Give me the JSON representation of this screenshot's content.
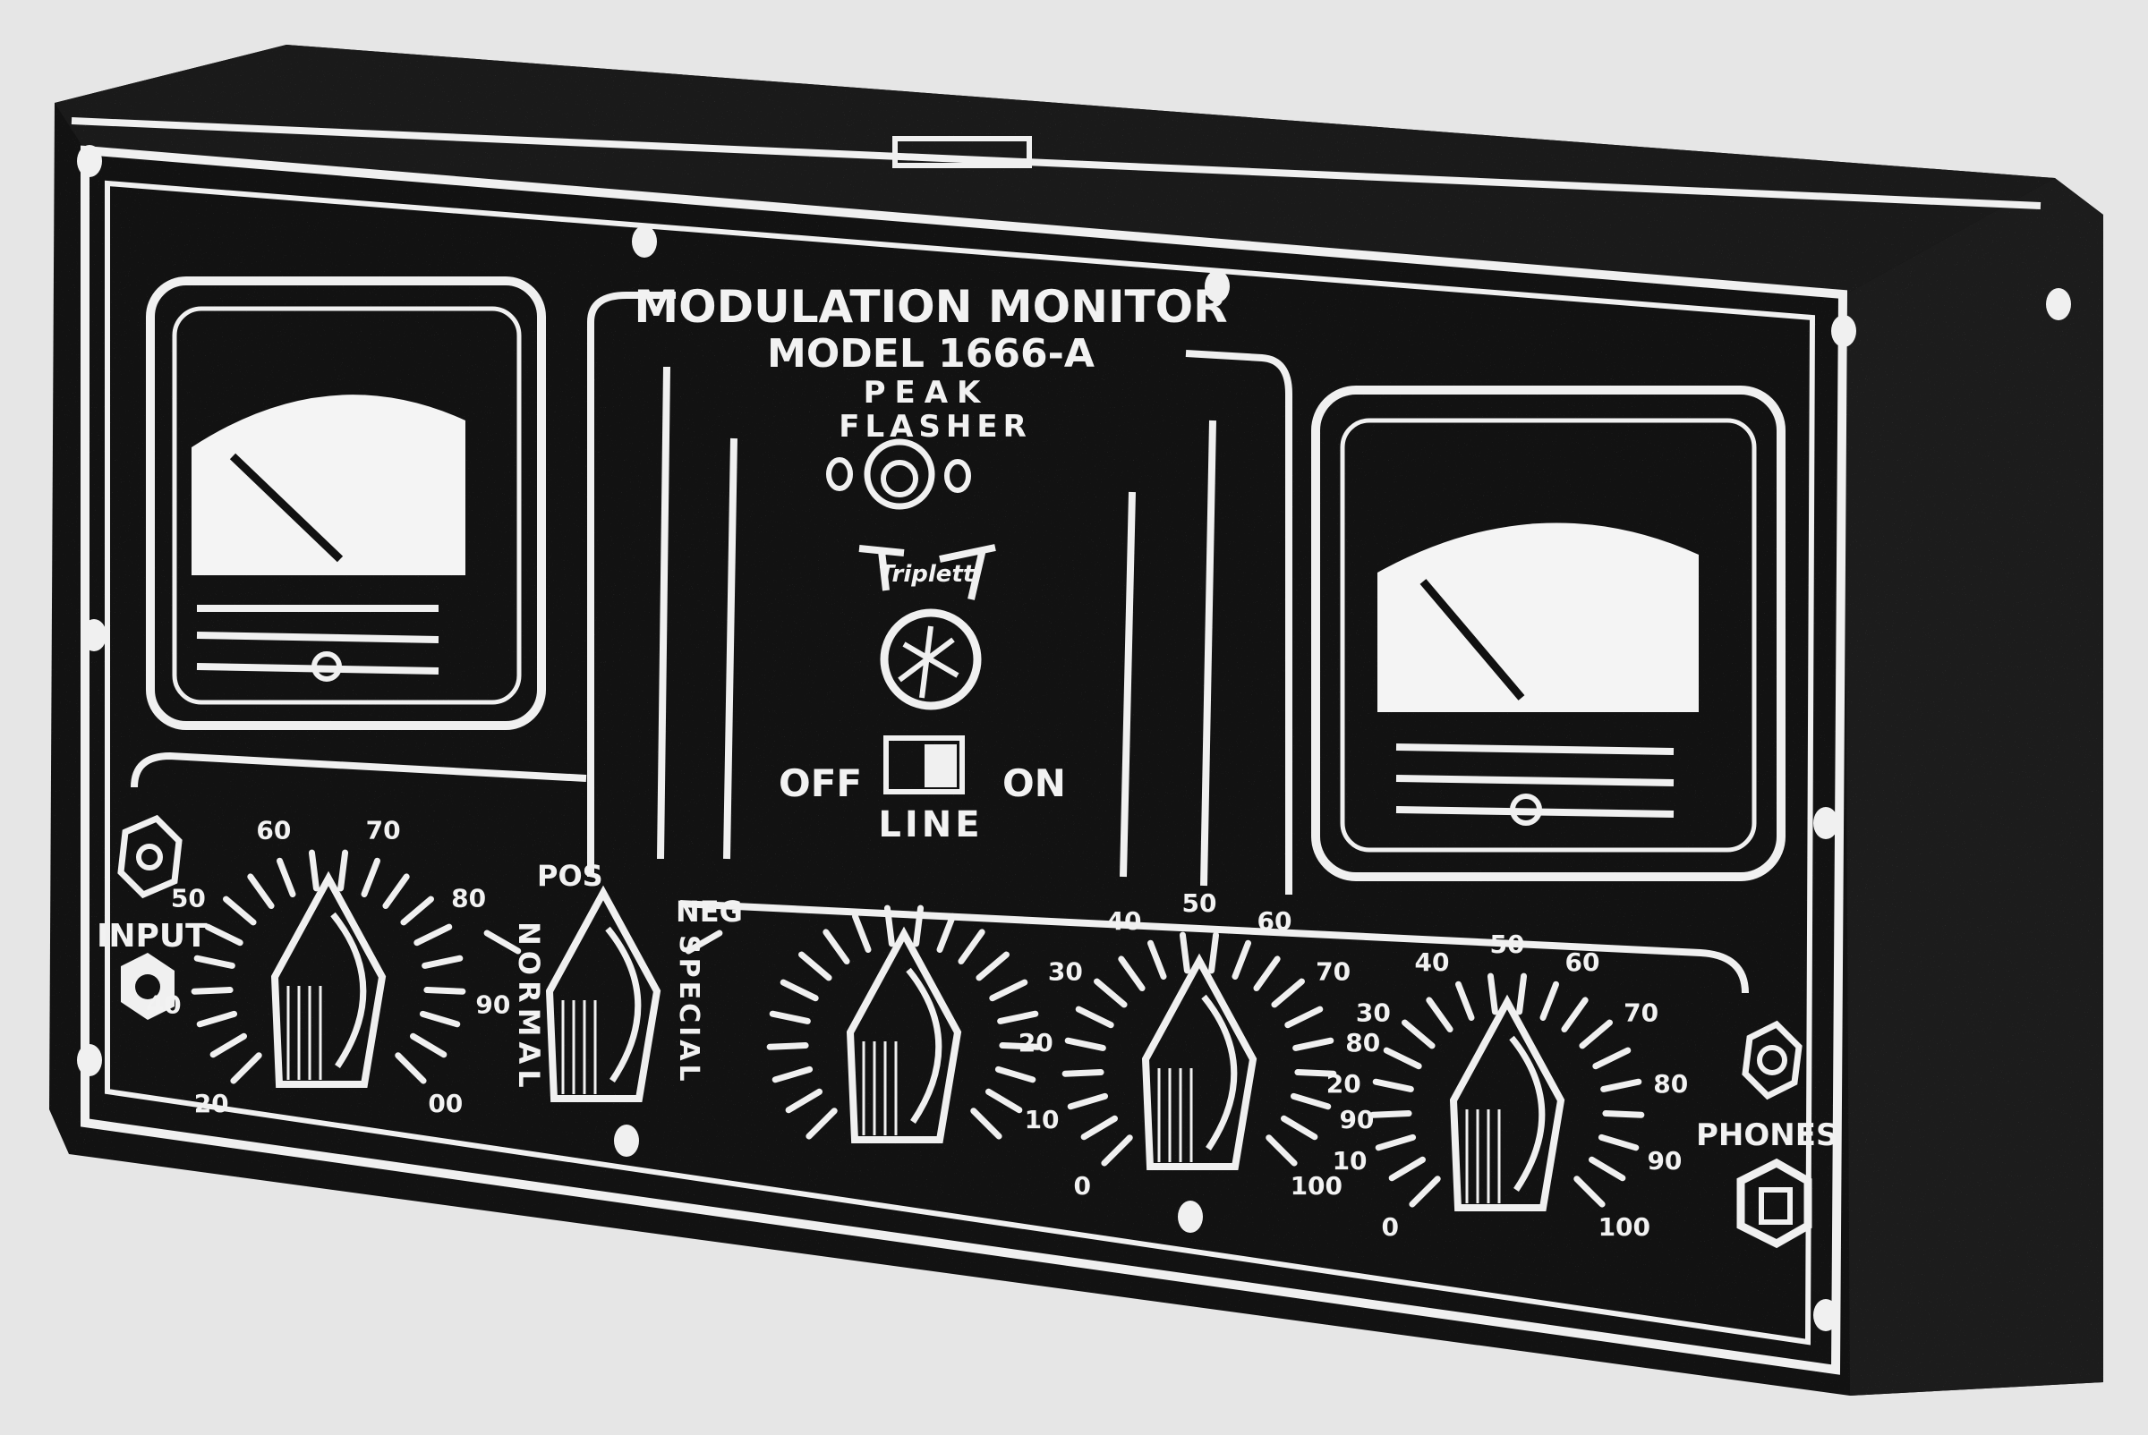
{
  "panel": {
    "title": "MODULATION MONITOR",
    "model": "MODEL 1666-A",
    "peak": "PEAK",
    "flasher": "FLASHER",
    "brand_logo": "Triplett",
    "switch_off": "OFF",
    "switch_on": "ON",
    "switch_line": "LINE"
  },
  "controls": {
    "input_label": "INPUT",
    "pos_label": "POS",
    "normal_label": "NORMAL",
    "neg_label": "NEG",
    "special_label": "SPECIAL",
    "phones_label": "PHONES"
  },
  "dials": [
    {
      "scale": [
        "20",
        "40",
        "50",
        "60",
        "70",
        "80",
        "90",
        "00"
      ]
    },
    {
      "scale": []
    },
    {
      "scale": []
    },
    {
      "scale": [
        "0",
        "10",
        "20",
        "30",
        "40",
        "50",
        "60",
        "70",
        "80",
        "90",
        "100"
      ]
    },
    {
      "scale": [
        "0",
        "10",
        "20",
        "30",
        "40",
        "50",
        "60",
        "70",
        "80",
        "90",
        "100"
      ]
    }
  ],
  "colors": {
    "cabinet": "#121212",
    "ink": "#f0f0f0",
    "paper": "#e6e6e6"
  }
}
